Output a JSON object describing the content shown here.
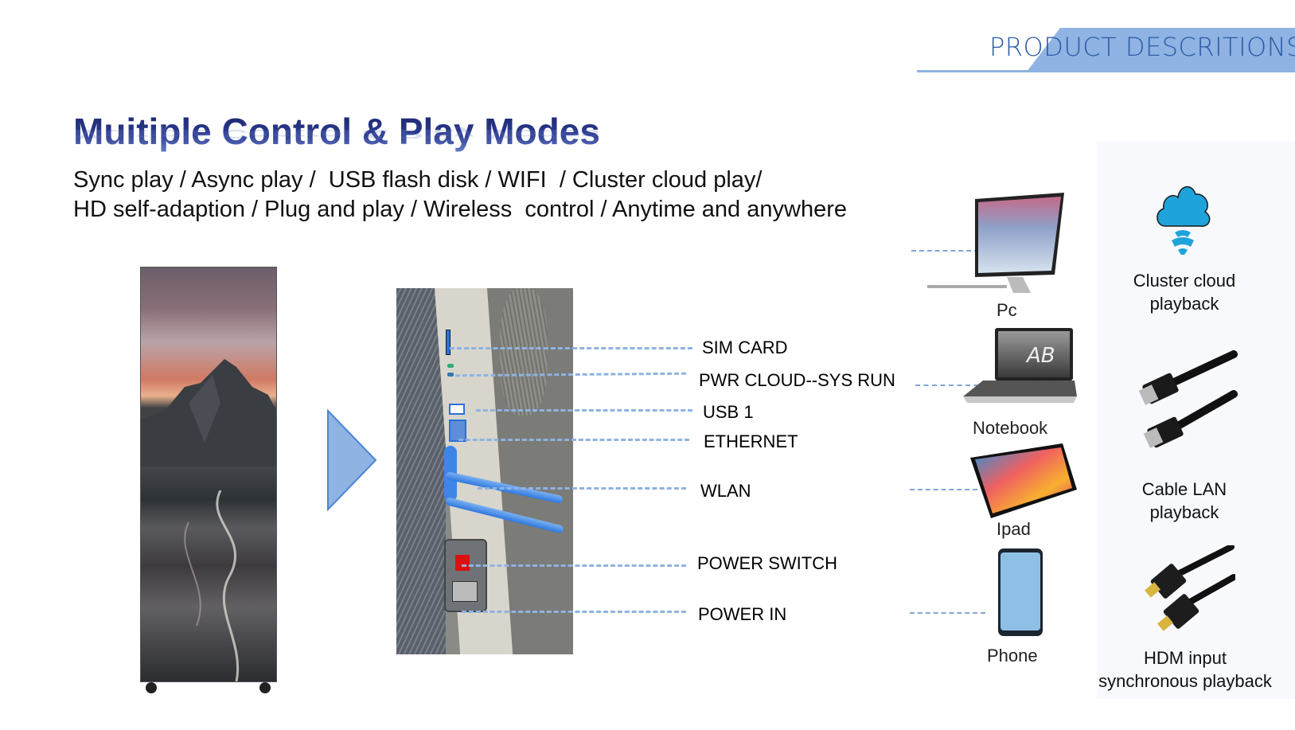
{
  "header": {
    "section_title": "PRODUCT DESCRITIONS"
  },
  "title": "Muitiple Control & Play Modes",
  "subtitle": {
    "line1": "Sync play / Async play /  USB flash disk / WIFI  / Cluster cloud play/",
    "line2": "HD self-adaption / Plug and play / Wireless  control / Anytime and anywhere"
  },
  "ports": [
    {
      "label": "SIM CARD"
    },
    {
      "label": "PWR CLOUD--SYS RUN"
    },
    {
      "label": "USB 1"
    },
    {
      "label": "ETHERNET"
    },
    {
      "label": "WLAN"
    },
    {
      "label": "POWER SWITCH"
    },
    {
      "label": "POWER IN"
    }
  ],
  "devices": [
    {
      "label": "Pc",
      "icon": "desktop-pc-icon"
    },
    {
      "label": "Notebook",
      "icon": "laptop-icon"
    },
    {
      "label": "Ipad",
      "icon": "tablet-icon"
    },
    {
      "label": "Phone",
      "icon": "smartphone-icon"
    }
  ],
  "features": [
    {
      "line1": "Cluster cloud",
      "line2": "playback",
      "icon": "cloud-icon"
    },
    {
      "line1": "Cable LAN",
      "line2": "playback",
      "icon": "ethernet-cable-icon"
    },
    {
      "line1": "HDM input",
      "line2": "synchronous playback",
      "icon": "hdmi-cable-icon"
    }
  ],
  "colors": {
    "accent": "#8fb3e2",
    "title": "#1a2a6c",
    "header_text": "#2b5ca8",
    "cloud": "#1fa3db"
  }
}
